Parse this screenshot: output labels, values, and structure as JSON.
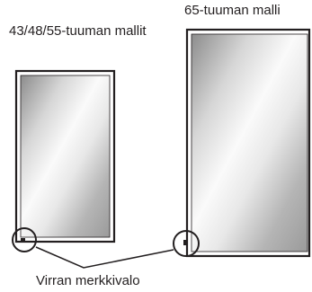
{
  "labels": {
    "small_models": "43/48/55-tuuman mallit",
    "large_model": "65-tuuman malli",
    "power_indicator": "Virran merkkivalo"
  },
  "colors": {
    "frame": "#231f20",
    "screen_light": "#fafafa",
    "screen_dark": "#8c8c8c"
  }
}
